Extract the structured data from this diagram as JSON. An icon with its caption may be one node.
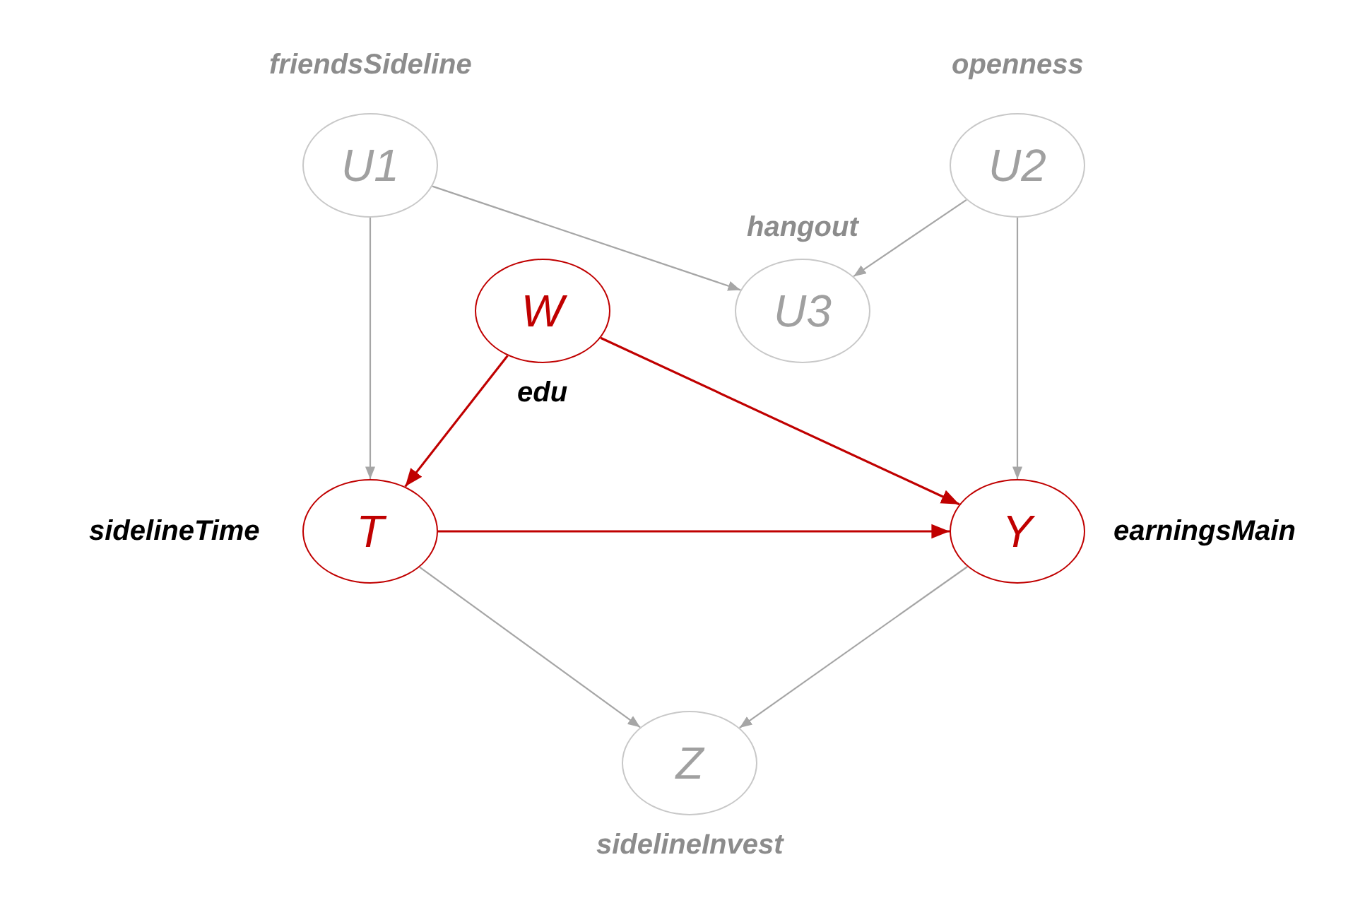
{
  "diagram": {
    "nodes": [
      {
        "text": [
          "U1"
        ],
        "beside": [
          "friendsSideline"
        ]
      },
      {
        "text": [
          "U2"
        ],
        "beside": [
          "openness"
        ]
      },
      {
        "text": [
          "W"
        ],
        "beside": [
          "edu"
        ]
      },
      {
        "text": [
          "U3"
        ],
        "beside": [
          "hangout"
        ]
      },
      {
        "text": [
          "T"
        ],
        "beside": [
          "sidelineTime"
        ]
      },
      {
        "text": [
          "Y"
        ],
        "beside": [
          "earningsMain"
        ]
      },
      {
        "text": [
          "Z"
        ],
        "beside": [
          "sidelineInvest"
        ]
      }
    ],
    "edges": [
      {
        "from": 0,
        "to": 4,
        "arrow": "to"
      },
      {
        "from": 0,
        "to": 3,
        "arrow": "to"
      },
      {
        "from": 1,
        "to": 3,
        "arrow": "to"
      },
      {
        "from": 1,
        "to": 5,
        "arrow": "to"
      },
      {
        "from": 2,
        "to": 4,
        "arrow": "to",
        "color": "#c00000"
      },
      {
        "from": 2,
        "to": 5,
        "arrow": "to",
        "color": "#c00000"
      },
      {
        "from": 4,
        "to": 5,
        "arrow": "to",
        "color": "#c00000"
      },
      {
        "from": 4,
        "to": 6,
        "arrow": "to"
      },
      {
        "from": 5,
        "to": 6,
        "arrow": "to"
      }
    ]
  }
}
